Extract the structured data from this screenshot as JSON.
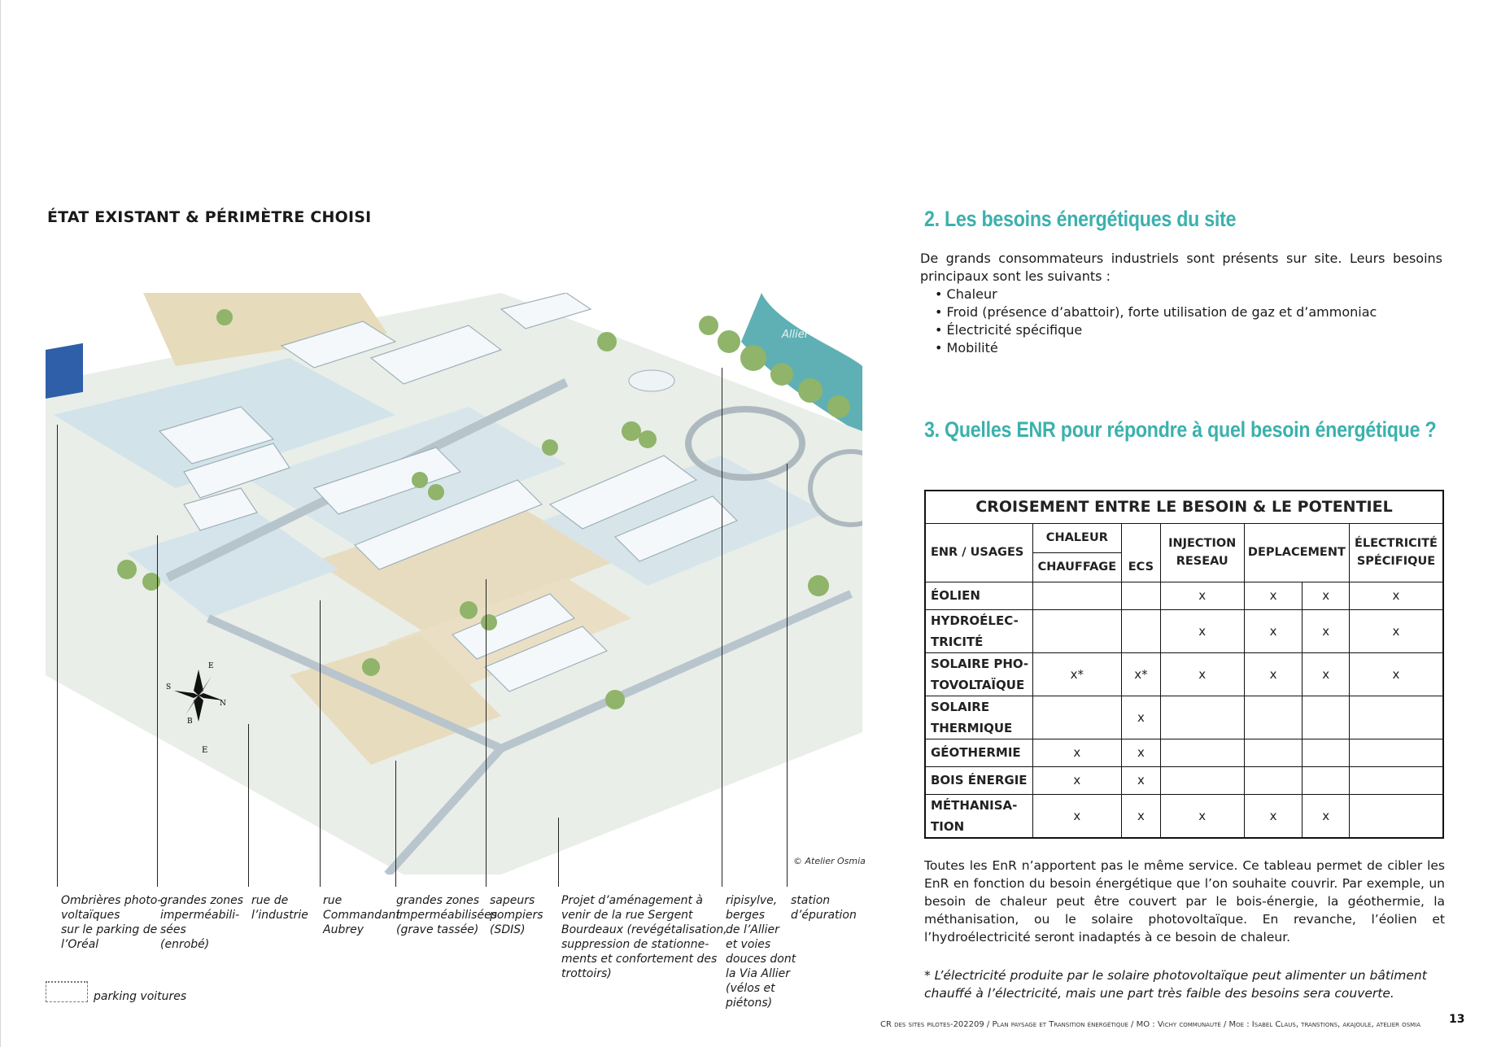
{
  "left": {
    "title": "ÉTAT EXISTANT & PÉRIMÈTRE CHOISI",
    "credit": "© Atelier Osmia",
    "river_label": "Allier",
    "compass": {
      "n": "N",
      "s": "S",
      "e": "E",
      "b": "B",
      "bottom": "E"
    },
    "captions": [
      "Ombrières photo-\nvoltaïques\nsur le parking de\nl’Oréal",
      "grandes zones\nimperméabili-\nsées\n(enrobé)",
      "rue de\nl’industrie",
      "rue\nCommandant\nAubrey",
      "grandes zones\nimperméabilisées\n(grave tassée)",
      "sapeurs\npompiers\n(SDIS)",
      "Projet d’aménagement à\nvenir de  la rue Sergent\nBourdeaux (revégétalisation,\nsuppression de stationne-\nments et confortement des\ntrottoirs)",
      "ripisylve,\nberges\nde l’Allier\net voies\ndouces dont\nla Via Allier\n(vélos et\npiétons)",
      "station\nd’épuration"
    ],
    "legend_label": "parking voitures"
  },
  "right": {
    "heading2": "2. Les besoins énergétiques du site",
    "intro": "De grands consommateurs industriels sont présents sur site. Leurs besoins principaux sont les suivants :",
    "bullets": [
      "Chaleur",
      "Froid (présence d’abattoir), forte utilisation de gaz et d’ammoniac",
      "Électricité spécifique",
      "Mobilité"
    ],
    "heading3": "3. Quelles ENR pour répondre à quel besoin énergétique ?",
    "table": {
      "title": "CROISEMENT ENTRE LE BESOIN & LE POTENTIEL",
      "col_enr": "ENR / USAGES",
      "col_chaleur": "CHALEUR",
      "col_chauffage": "CHAUFFAGE",
      "col_ecs": "ECS",
      "col_injection": "INJECTION RESEAU",
      "col_deplacement": "DEPLACEMENT",
      "col_electricite": "ÉLECTRICITÉ SPÉCIFIQUE",
      "rows": [
        {
          "label": "ÉOLIEN",
          "cells": [
            "",
            "",
            "x",
            "x",
            "x",
            "x"
          ]
        },
        {
          "label": "HYDROÉLEC-TRICITÉ",
          "cells": [
            "",
            "",
            "x",
            "x",
            "x",
            "x"
          ]
        },
        {
          "label": "SOLAIRE PHO-TOVOLTAÏQUE",
          "cells": [
            "x*",
            "x*",
            "x",
            "x",
            "x",
            "x"
          ]
        },
        {
          "label": "SOLAIRE THERMIQUE",
          "cells": [
            "",
            "x",
            "",
            "",
            "",
            ""
          ]
        },
        {
          "label": "GÉOTHERMIE",
          "cells": [
            "x",
            "x",
            "",
            "",
            "",
            ""
          ]
        },
        {
          "label": "BOIS ÉNERGIE",
          "cells": [
            "x",
            "x",
            "",
            "",
            "",
            ""
          ]
        },
        {
          "label": "MÉTHANISA-TION",
          "cells": [
            "x",
            "x",
            "x",
            "x",
            "x",
            ""
          ]
        }
      ]
    },
    "summary": "Toutes les EnR n’apportent pas le même service. Ce tableau permet de cibler les EnR en fonction du besoin énergétique que l’on souhaite couvrir. Par exemple, un besoin de chaleur peut être couvert par le bois-énergie, la géothermie, la méthanisation, ou le solaire photovoltaïque. En revanche, l’éolien et l’hydroélectricité seront inadaptés à ce besoin de chaleur.",
    "footnote": "* L’électricité produite par le solaire photovoltaïque peut alimenter un bâtiment chauffé à l’électricité, mais une part très faible des besoins sera couverte."
  },
  "footer": {
    "text": "CR des sites pilotes-202209  / Plan paysage et Transition énergétique / MO : Vichy communauté / Moe :  Isabel Claus, transtions, akajoule, atelier osmia",
    "page_number": "13"
  }
}
